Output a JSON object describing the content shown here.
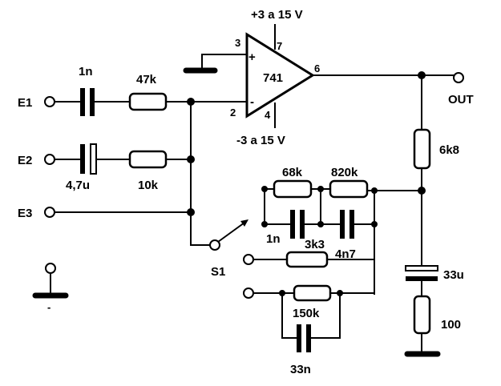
{
  "supply": {
    "positive": "+3 a 15 V",
    "negative": "-3 a 15 V"
  },
  "opamp": {
    "name": "741",
    "pin_plus": "+",
    "pin_minus": "-",
    "pin3": "3",
    "pin2": "2",
    "pin7": "7",
    "pin4": "4",
    "pin6": "6"
  },
  "inputs": {
    "e1": "E1",
    "e2": "E2",
    "e3": "E3"
  },
  "output": {
    "label": "OUT"
  },
  "switch": {
    "label": "S1"
  },
  "components": {
    "c_1n_in": "1n",
    "r_47k": "47k",
    "c_4u7": "4,7u",
    "r_10k": "10k",
    "r_68k": "68k",
    "r_820k": "820k",
    "c_1n_fb": "1n",
    "r_3k3": "3k3",
    "c_4n7": "4n7",
    "r_150k": "150k",
    "c_33n": "33n",
    "r_6k8": "6k8",
    "c_33u": "33u",
    "r_100": "100"
  },
  "misc": {
    "ground_mark": "-"
  }
}
